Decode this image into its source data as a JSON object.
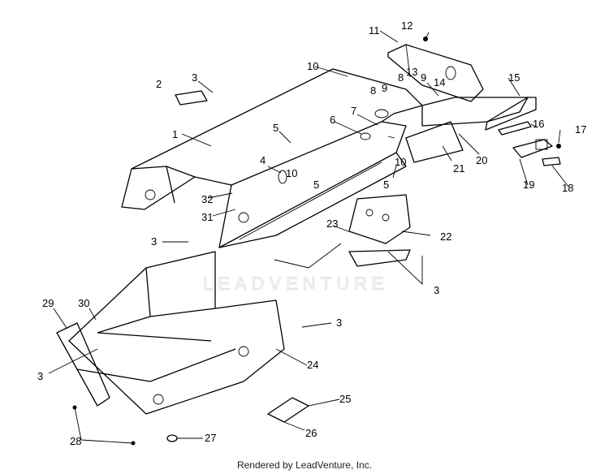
{
  "diagram": {
    "callouts": [
      "1",
      "2",
      "3",
      "3",
      "3",
      "3",
      "3",
      "4",
      "5",
      "5",
      "5",
      "6",
      "7",
      "8",
      "8",
      "9",
      "9",
      "10",
      "10",
      "10",
      "11",
      "12",
      "13",
      "14",
      "15",
      "16",
      "17",
      "18",
      "19",
      "20",
      "21",
      "22",
      "23",
      "24",
      "25",
      "26",
      "27",
      "28",
      "29",
      "30",
      "31",
      "32"
    ]
  },
  "watermark": "LEADVENTURE",
  "footer": "Rendered by LeadVenture, Inc."
}
